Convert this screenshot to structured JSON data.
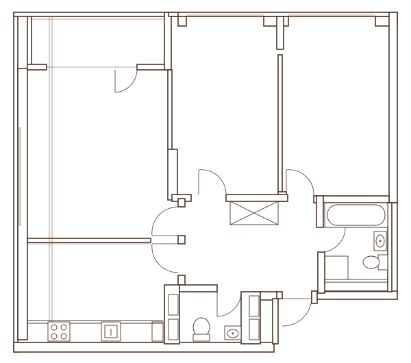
{
  "plan": {
    "line_color": "#4a3428",
    "background": "#ffffff",
    "rooms": [
      "balcony",
      "living-room",
      "bedroom-middle",
      "bedroom-right",
      "hallway",
      "kitchen",
      "bathroom",
      "toilet"
    ],
    "icons": [
      "door-swing-icon",
      "bathtub-icon",
      "toilet-icon",
      "sink-icon",
      "stove-icon",
      "ventilation-shaft-icon"
    ]
  }
}
